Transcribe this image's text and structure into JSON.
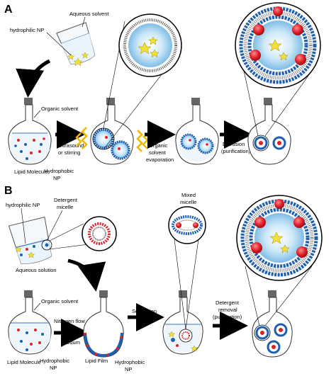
{
  "panel_a": {
    "letter": "A",
    "aqueous_solvent": "Aqueous solvent",
    "hydrophilic_np": "hydrophilic NP",
    "organic_solvent": "Organic solvent",
    "lipid_molecule": "Lipid Molecule",
    "hydrophobic_np_1": "Hydrophobic",
    "hydrophobic_np_2": "NP",
    "step1_line1": "Ultrasound",
    "step1_line2": "or stirring",
    "step2_line1": "Organic",
    "step2_line2": "solvent",
    "step2_line3": "evaporation",
    "step3_line1": "Extrusion",
    "step3_line2": "(purification)"
  },
  "panel_b": {
    "letter": "B",
    "hydrophilic_np": "hydrophilic NP",
    "detergent_micelle_1": "Detergent",
    "detergent_micelle_2": "micelle",
    "aqueous_solution": "Aqueous solution",
    "mixed_micelle_1": "Mixed",
    "mixed_micelle_2": "micelle",
    "organic_solvent": "Organic solvent",
    "lipid_molecule": "Lipid Molecule",
    "hydrophobic_np_1": "Hydrophobic",
    "hydrophobic_np_2": "NP",
    "step1_line1": "Nitrogen flow",
    "step1_line2": "Vacuum",
    "lipid_film": "Lipid Film",
    "hydrophobic_np_film_1": "Hydrophobic",
    "hydrophobic_np_film_2": "NP",
    "step2": "Sonication",
    "step3_line1": "Detergent",
    "step3_line2": "removal",
    "step3_line3": "(purification)"
  },
  "colors": {
    "lipid_blue": "#1f5fb0",
    "np_red": "#e0202a",
    "star_yellow": "#f2e034",
    "core_blue": "#8ec8ec",
    "zigzag": "#f2b500"
  }
}
